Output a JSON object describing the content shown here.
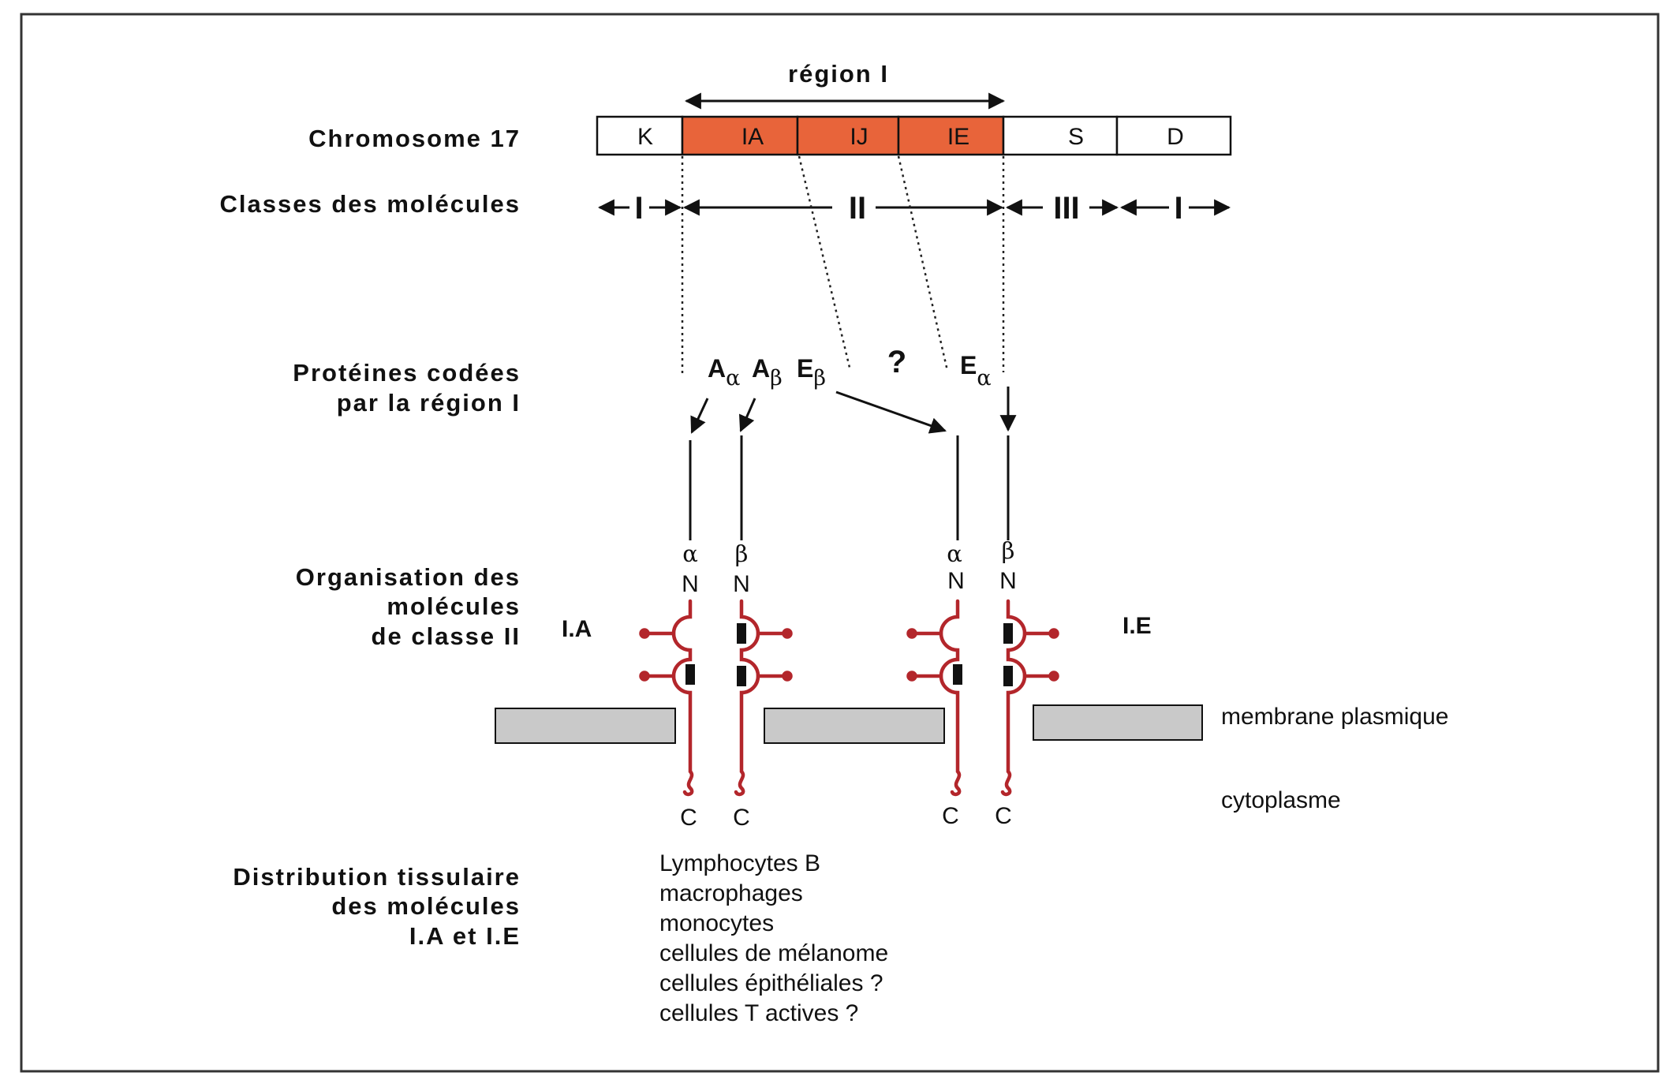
{
  "region_label": "région I",
  "row_labels": {
    "chromosome": "Chromosome 17",
    "classes": "Classes des molécules",
    "proteins_line1": "Protéines codées",
    "proteins_line2": "par la région I",
    "organisation_line1": "Organisation des",
    "organisation_line2": "molécules",
    "organisation_line3": "de classe II",
    "distribution_line1": "Distribution tissulaire",
    "distribution_line2": "des molécules",
    "distribution_line3": "I.A et I.E"
  },
  "chromosome_segments": [
    {
      "label": "K",
      "highlighted": false
    },
    {
      "label": "IA",
      "highlighted": true
    },
    {
      "label": "IJ",
      "highlighted": true
    },
    {
      "label": "IE",
      "highlighted": true
    },
    {
      "label": "S",
      "highlighted": false
    },
    {
      "label": "D",
      "highlighted": false
    }
  ],
  "molecule_classes": [
    "I",
    "II",
    "III",
    "I"
  ],
  "proteins": {
    "a_alpha": {
      "letter": "A",
      "sub": "α"
    },
    "a_beta": {
      "letter": "A",
      "sub": "β"
    },
    "e_beta": {
      "letter": "E",
      "sub": "β"
    },
    "unknown": "?",
    "e_alpha": {
      "letter": "E",
      "sub": "α"
    }
  },
  "chains": [
    {
      "greek": "α",
      "n": "N",
      "c": "C"
    },
    {
      "greek": "β",
      "n": "N",
      "c": "C"
    },
    {
      "greek": "α",
      "n": "N",
      "c": "C"
    },
    {
      "greek": "β",
      "n": "N",
      "c": "C"
    }
  ],
  "molecules": {
    "left": "I.A",
    "right": "I.E"
  },
  "membrane_label": "membrane plasmique",
  "cytoplasm_label": "cytoplasme",
  "distribution": [
    "Lymphocytes B",
    "macrophages",
    "monocytes",
    "cellules de mélanome",
    "cellules épithéliales ?",
    "cellules T actives ?"
  ],
  "colors": {
    "highlight": "#e8643a",
    "chain": "#b3262b",
    "membrane": "#c9c9c9",
    "frame": "#333333"
  }
}
